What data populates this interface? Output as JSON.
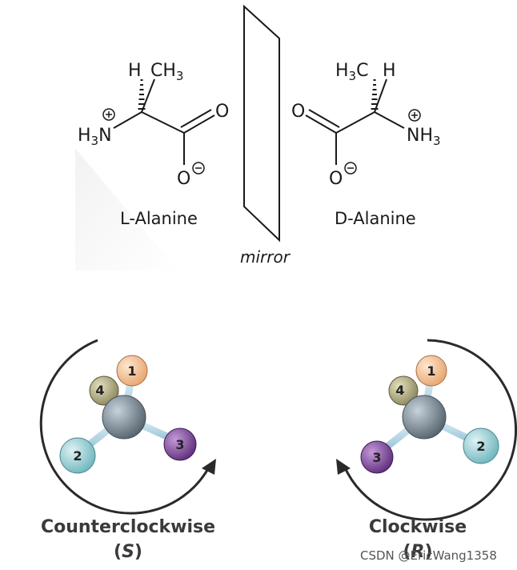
{
  "top": {
    "left_molecule": {
      "h_label": "H",
      "ch3_label": "CH",
      "ch3_sub": "3",
      "nh3_label": "H",
      "nh3_sub": "3",
      "nh3_n": "N",
      "o_double": "O",
      "o_single": "O",
      "name": "L-Alanine"
    },
    "right_molecule": {
      "h_label": "H",
      "h3c_h": "H",
      "h3c_sub": "3",
      "h3c_c": "C",
      "nh3_label": "NH",
      "nh3_sub": "3",
      "o_double": "O",
      "o_single": "O",
      "name": "D-Alanine"
    },
    "mirror_label": "mirror"
  },
  "bottom": {
    "left": {
      "balls": [
        "1",
        "2",
        "3",
        "4"
      ],
      "label": "Counterclockwise",
      "config": "S"
    },
    "right": {
      "balls": [
        "1",
        "2",
        "3",
        "4"
      ],
      "label": "Clockwise",
      "config": "R"
    }
  },
  "watermark": "CSDN @EricWang1358",
  "colors": {
    "ball1": "#f6c89a",
    "ball2": "#9fd4d9",
    "ball3": "#8e5aa8",
    "ball4": "#b7b48a",
    "center": "#8a9aa6",
    "bond": "#aed3e3"
  }
}
